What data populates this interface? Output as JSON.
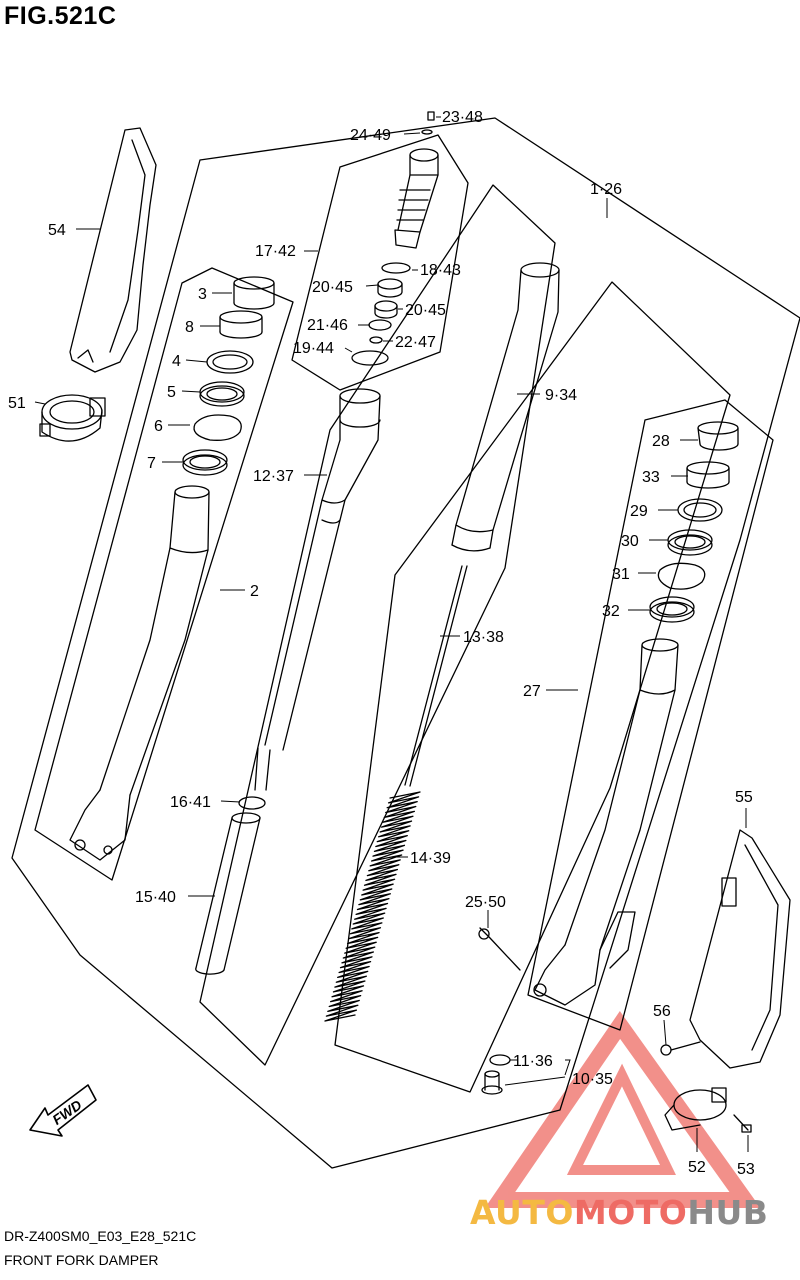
{
  "figure_title": "FIG.521C",
  "footer_code": "DR-Z400SM0_E03_E28_521C",
  "footer_name": "FRONT FORK DAMPER",
  "watermark": {
    "a": "AUTO",
    "b": "MOTO",
    "c": "HUB"
  },
  "colors": {
    "line": "#000000",
    "watermark_red": "#ee6b64",
    "watermark_yellow": "#f4b942",
    "watermark_gray": "#8a8a8a"
  },
  "fwd_label": "FWD",
  "parts": [
    {
      "id": "p54",
      "label": "54"
    },
    {
      "id": "p51",
      "label": "51"
    },
    {
      "id": "p3",
      "label": "3"
    },
    {
      "id": "p8",
      "label": "8"
    },
    {
      "id": "p4",
      "label": "4"
    },
    {
      "id": "p5",
      "label": "5"
    },
    {
      "id": "p6",
      "label": "6"
    },
    {
      "id": "p7",
      "label": "7"
    },
    {
      "id": "p2",
      "label": "2"
    },
    {
      "id": "p24",
      "label": "24·49"
    },
    {
      "id": "p23",
      "label": "23·48"
    },
    {
      "id": "p17",
      "label": "17·42"
    },
    {
      "id": "p18",
      "label": "18·43"
    },
    {
      "id": "p20a",
      "label": "20·45"
    },
    {
      "id": "p20b",
      "label": "20·45"
    },
    {
      "id": "p21",
      "label": "21·46"
    },
    {
      "id": "p22",
      "label": "22·47"
    },
    {
      "id": "p19",
      "label": "19·44"
    },
    {
      "id": "p12",
      "label": "12·37"
    },
    {
      "id": "p16",
      "label": "16·41"
    },
    {
      "id": "p15",
      "label": "15·40"
    },
    {
      "id": "p1",
      "label": "1·26"
    },
    {
      "id": "p9",
      "label": "9·34"
    },
    {
      "id": "p13",
      "label": "13·38"
    },
    {
      "id": "p14",
      "label": "14·39"
    },
    {
      "id": "p28",
      "label": "28"
    },
    {
      "id": "p33",
      "label": "33"
    },
    {
      "id": "p29",
      "label": "29"
    },
    {
      "id": "p30",
      "label": "30"
    },
    {
      "id": "p31",
      "label": "31"
    },
    {
      "id": "p32",
      "label": "32"
    },
    {
      "id": "p27",
      "label": "27"
    },
    {
      "id": "p25",
      "label": "25·50"
    },
    {
      "id": "p55",
      "label": "55"
    },
    {
      "id": "p56",
      "label": "56"
    },
    {
      "id": "p11",
      "label": "11·36"
    },
    {
      "id": "p10",
      "label": "10·35"
    },
    {
      "id": "p52",
      "label": "52"
    },
    {
      "id": "p53",
      "label": "53"
    }
  ]
}
